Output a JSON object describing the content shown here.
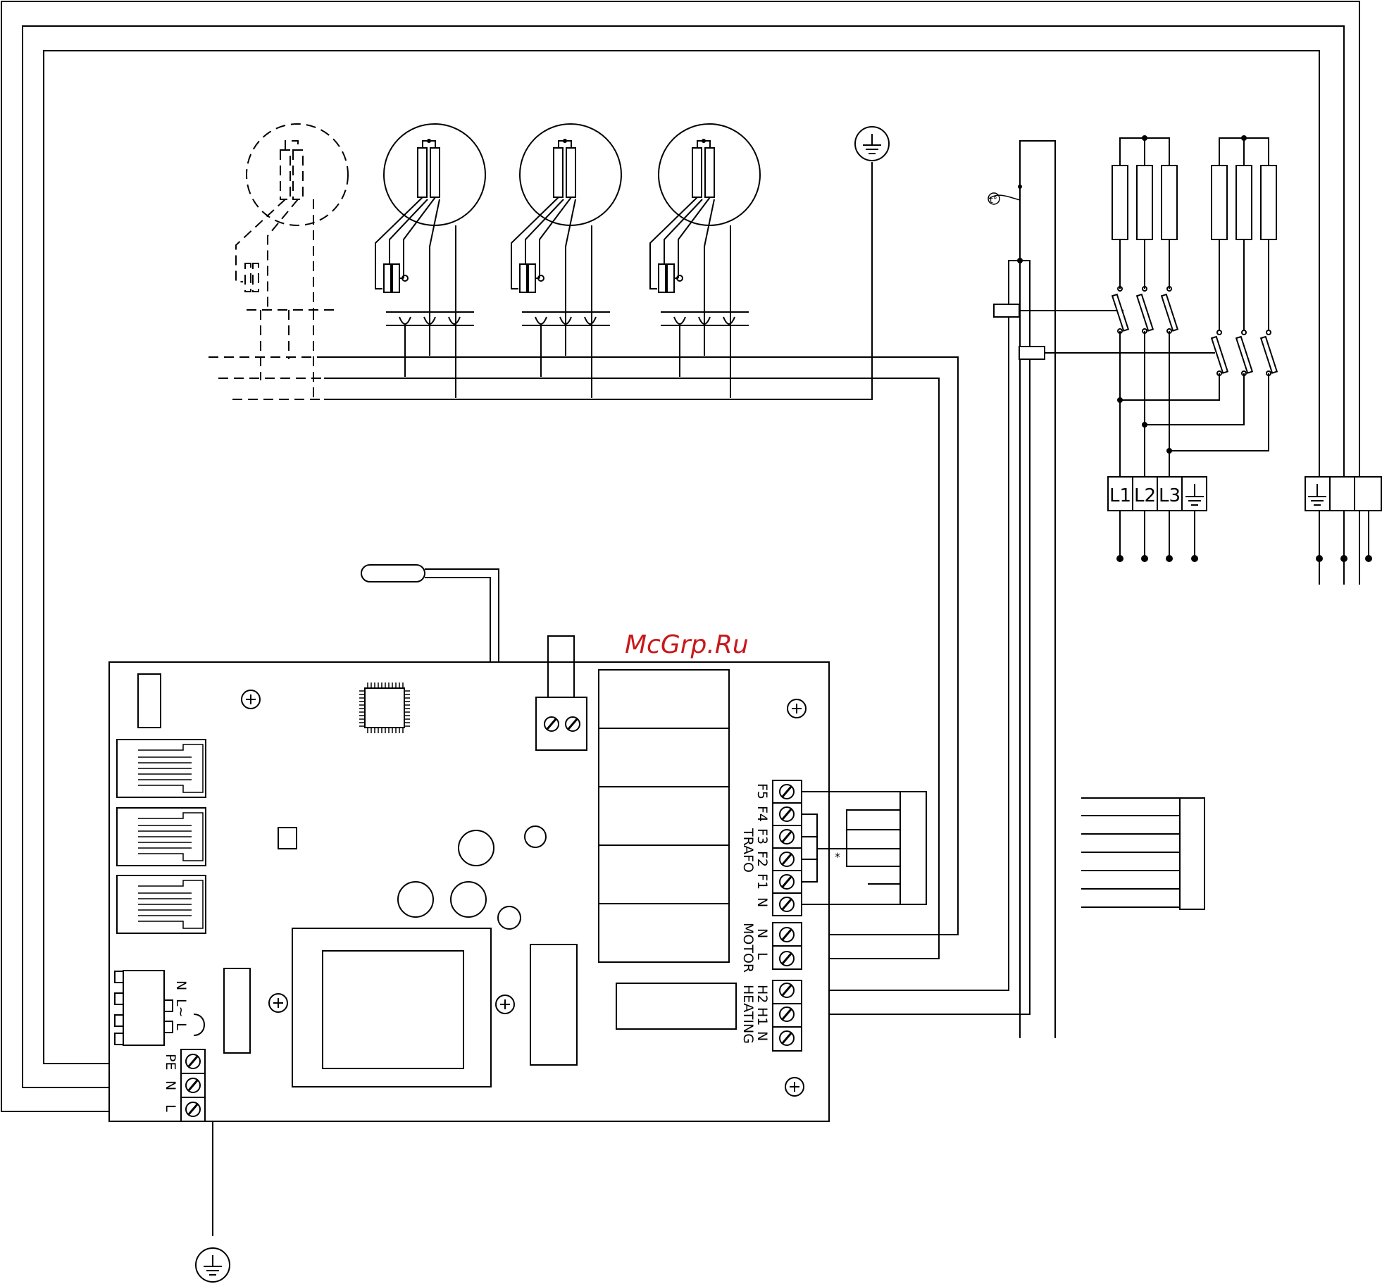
{
  "watermark": "McGrp.Ru",
  "supply_labels": [
    "L1",
    "L2",
    "L3"
  ],
  "trafo": {
    "terminals": [
      "F5",
      "F4",
      "F3",
      "F2",
      "F1",
      "N"
    ],
    "label": "TRAFO",
    "note": "*"
  },
  "motor": {
    "terminals": [
      "N",
      "L"
    ],
    "label": "MOTOR"
  },
  "heating": {
    "terminals": [
      "H2",
      "H1",
      "N"
    ],
    "label": "HEATING"
  },
  "power_in": {
    "terminals": [
      "PE",
      "N",
      "L"
    ]
  },
  "switch_labels": [
    "N",
    "L~",
    "L"
  ],
  "thermostat_symbol": "t°",
  "icons": {
    "ground": "ground-icon",
    "screw": "screw-terminal-icon",
    "mount": "mounting-hole-icon"
  }
}
